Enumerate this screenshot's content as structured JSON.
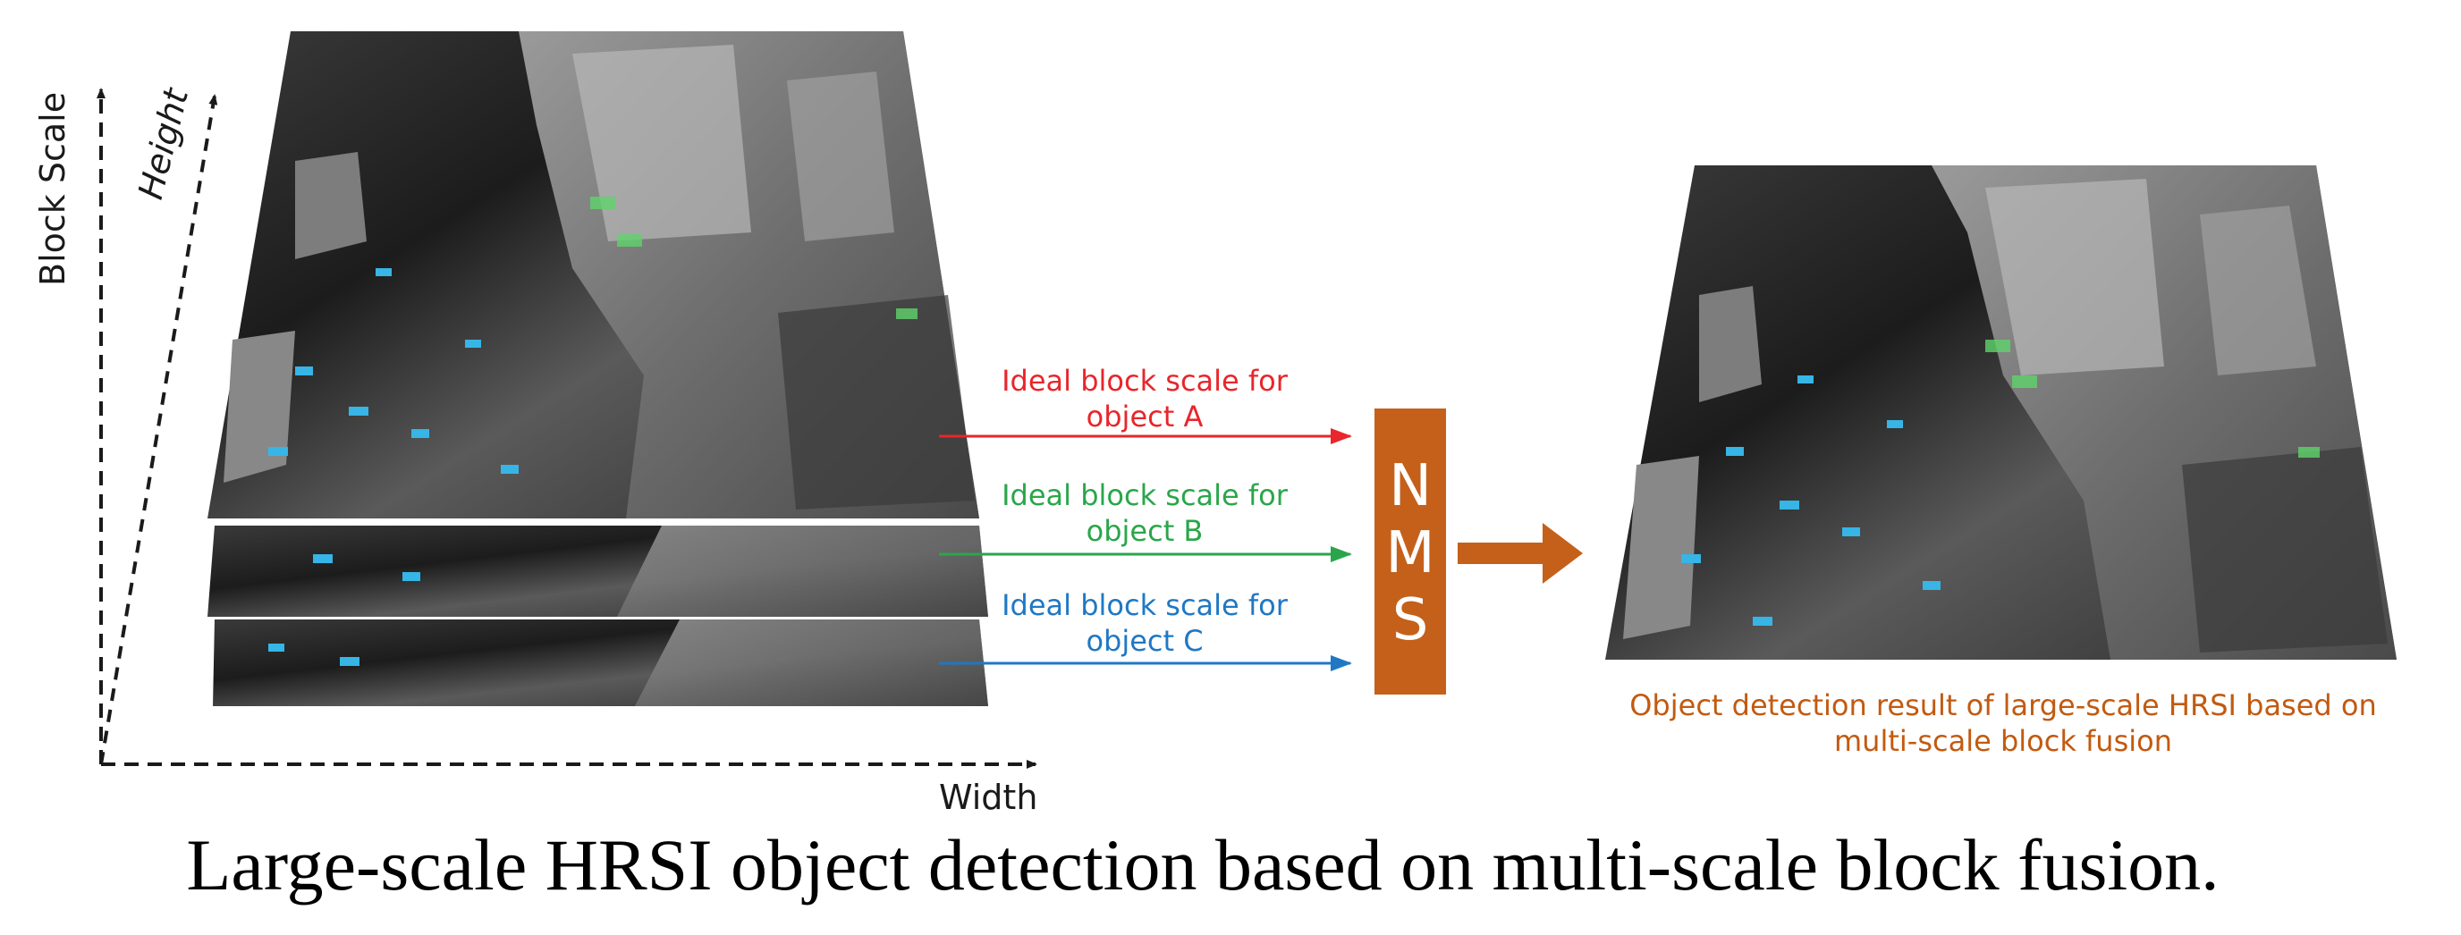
{
  "axes": {
    "vertical_label": "Block Scale",
    "diagonal_label": "Height",
    "horizontal_label": "Width"
  },
  "arrows": [
    {
      "line1": "Ideal block scale for",
      "line2": "object A",
      "color": "#e8262b"
    },
    {
      "line1": "Ideal block scale for",
      "line2": "object B",
      "color": "#2aa64a"
    },
    {
      "line1": "Ideal block scale for",
      "line2": "object C",
      "color": "#1f78c4"
    }
  ],
  "nms": {
    "letters": [
      "N",
      "M",
      "S"
    ],
    "color": "#c5601a"
  },
  "result": {
    "caption_line1": "Object detection result of large-scale HRSI based on",
    "caption_line2": "multi-scale block fusion"
  },
  "figure_caption": "Large-scale HRSI object detection based on multi-scale block fusion.",
  "colors": {
    "accent": "#c5601a",
    "detection_blue": "#36b5e6",
    "detection_green": "#5fd36a"
  }
}
